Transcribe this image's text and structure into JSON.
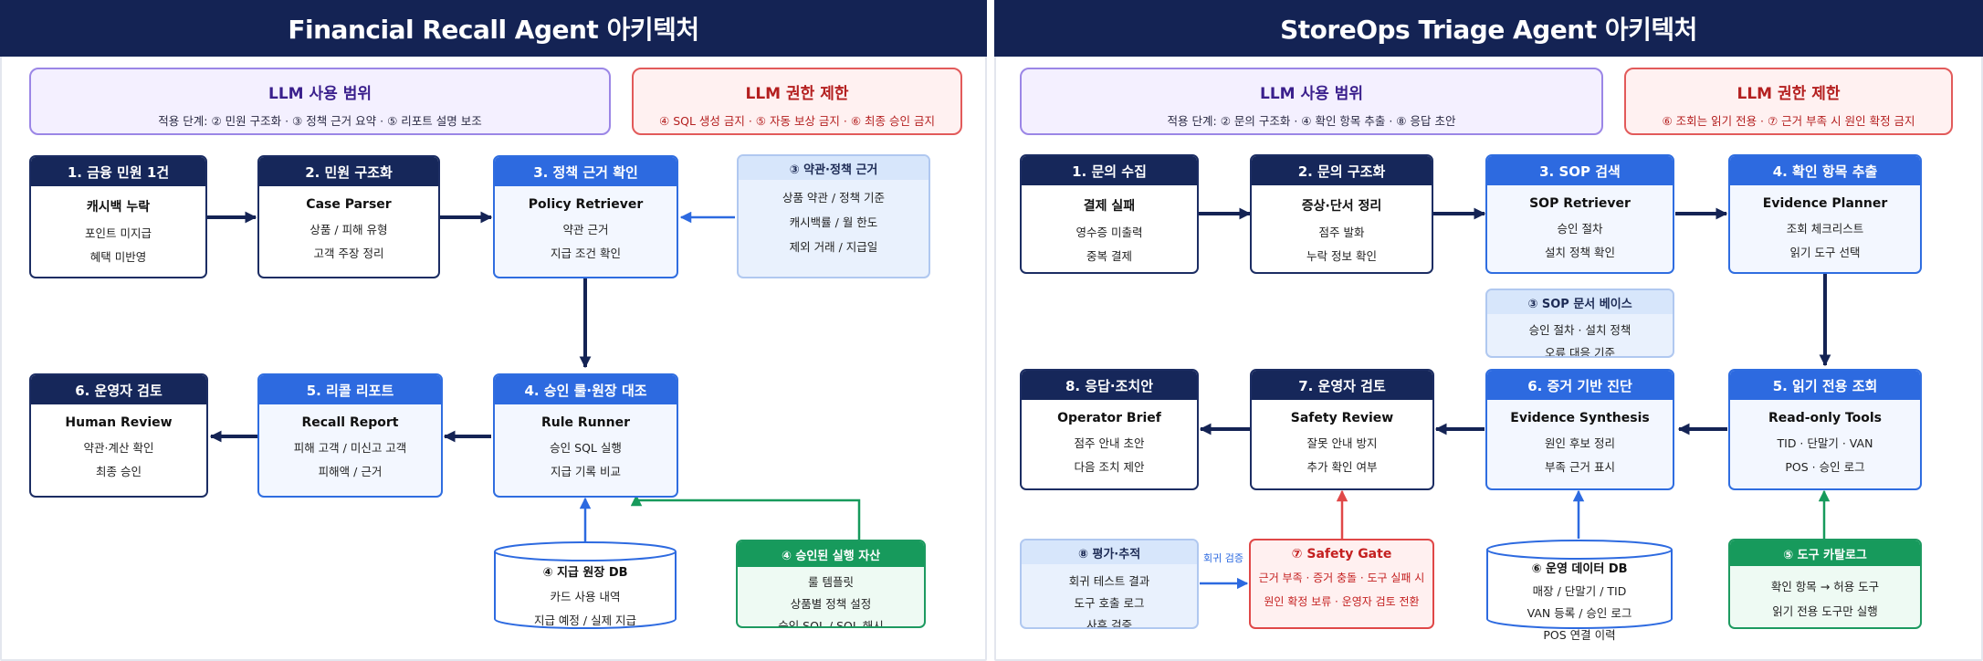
{
  "left": {
    "title": "Financial Recall Agent 아키텍처",
    "scope": {
      "title": "LLM 사용 범위",
      "text": "적용 단계: ② 민원 구조화 · ③ 정책 근거 요약 · ⑤ 리포트 설명 보조"
    },
    "limit": {
      "title": "LLM 권한 제한",
      "text": "④ SQL 생성 금지 · ⑤ 자동 보상 금지 · ⑥ 최종 승인 금지"
    },
    "n1": {
      "title": "1. 금융 민원 1건",
      "main": "캐시백 누락",
      "lines": [
        "포인트 미지급",
        "혜택 미반영"
      ]
    },
    "n2": {
      "title": "2. 민원 구조화",
      "main": "Case Parser",
      "lines": [
        "상품 / 피해 유형",
        "고객 주장 정리"
      ]
    },
    "n3": {
      "title": "3. 정책 근거 확인",
      "main": "Policy Retriever",
      "lines": [
        "약관 근거",
        "지급 조건 확인"
      ]
    },
    "n3s": {
      "title": "③ 약관·정책 근거",
      "lines": [
        "상품 약관 / 정책 기준",
        "캐시백률 / 월 한도",
        "제외 거래 / 지급일"
      ]
    },
    "n4": {
      "title": "4. 승인 룰·원장 대조",
      "main": "Rule Runner",
      "lines": [
        "승인 SQL 실행",
        "지급 기록 비교"
      ]
    },
    "n5": {
      "title": "5. 리콜 리포트",
      "main": "Recall Report",
      "lines": [
        "피해 고객 / 미신고 고객",
        "피해액 / 근거"
      ]
    },
    "n6": {
      "title": "6. 운영자 검토",
      "main": "Human Review",
      "lines": [
        "약관·계산 확인",
        "최종 승인"
      ]
    },
    "db": {
      "title": "④ 지급 원장 DB",
      "lines": [
        "카드 사용 내역",
        "지급 예정 / 실제 지급"
      ]
    },
    "assets": {
      "title": "④ 승인된 실행 자산",
      "lines": [
        "룰 템플릿",
        "상품별 정책 설정",
        "승인 SQL / SQL 해시"
      ]
    }
  },
  "right": {
    "title": "StoreOps Triage Agent 아키텍처",
    "scope": {
      "title": "LLM 사용 범위",
      "text": "적용 단계: ② 문의 구조화 · ④ 확인 항목 추출 · ⑧ 응답 초안"
    },
    "limit": {
      "title": "LLM 권한 제한",
      "text": "⑥ 조회는 읽기 전용 · ⑦ 근거 부족 시 원인 확정 금지"
    },
    "n1": {
      "title": "1. 문의 수집",
      "main": "결제 실패",
      "lines": [
        "영수증 미출력",
        "중복 결제"
      ]
    },
    "n2": {
      "title": "2. 문의 구조화",
      "main": "증상·단서 정리",
      "lines": [
        "점주 발화",
        "누락 정보 확인"
      ]
    },
    "n3": {
      "title": "3. SOP 검색",
      "main": "SOP Retriever",
      "lines": [
        "승인 절차",
        "설치 정책 확인"
      ]
    },
    "n3s": {
      "title": "③ SOP 문서 베이스",
      "lines": [
        "승인 절차 · 설치 정책",
        "오류 대응 기준"
      ]
    },
    "n4": {
      "title": "4. 확인 항목 추출",
      "main": "Evidence Planner",
      "lines": [
        "조회 체크리스트",
        "읽기 도구 선택"
      ]
    },
    "n5": {
      "title": "5. 읽기 전용 조회",
      "main": "Read-only Tools",
      "lines": [
        "TID · 단말기 · VAN",
        "POS · 승인 로그"
      ]
    },
    "n6": {
      "title": "6. 증거 기반 진단",
      "main": "Evidence Synthesis",
      "lines": [
        "원인 후보 정리",
        "부족 근거 표시"
      ]
    },
    "n7": {
      "title": "7. 운영자 검토",
      "main": "Safety Review",
      "lines": [
        "잘못 안내 방지",
        "추가 확인 여부"
      ]
    },
    "n8": {
      "title": "8. 응답·조치안",
      "main": "Operator Brief",
      "lines": [
        "점주 안내 초안",
        "다음 조치 제안"
      ]
    },
    "eval": {
      "title": "⑧ 평가·추적",
      "lines": [
        "회귀 테스트 결과",
        "도구 호출 로그",
        "사후 검증"
      ]
    },
    "edge": "회귀 검증",
    "gate": {
      "title": "⑦ Safety Gate",
      "lines": [
        "근거 부족 · 증거 충돌 · 도구 실패 시",
        "원인 확정 보류 · 운영자 검토 전환"
      ]
    },
    "db": {
      "title": "⑥ 운영 데이터 DB",
      "lines": [
        "매장 / 단말기 / TID",
        "VAN 등록 / 승인 로그",
        "POS 연결 이력"
      ]
    },
    "catalog": {
      "title": "⑤ 도구 카탈로그",
      "lines": [
        "확인 항목 → 허용 도구",
        "읽기 전용 도구만 실행"
      ]
    }
  },
  "colors": {
    "navy": "#142354",
    "blue": "#2d6ae0",
    "green": "#179a5c",
    "red": "#e04848"
  }
}
